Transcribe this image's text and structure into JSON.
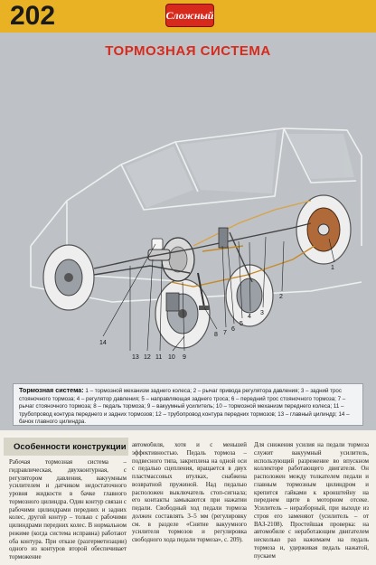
{
  "page": {
    "number": "202",
    "logo_text": "Сложный",
    "title": "ТОРМОЗНАЯ СИСТЕМА"
  },
  "figure": {
    "callouts": [
      "1",
      "2",
      "3",
      "4",
      "5",
      "6",
      "7",
      "8",
      "9",
      "10",
      "11",
      "12",
      "13",
      "14"
    ]
  },
  "caption": {
    "heading": "Тормозная система:",
    "text": " 1 – тормозной механизм заднего колеса; 2 – рычаг привода регулятора давления; 3 – задний трос стояночного тормоза; 4 – регулятор давления; 5 – направляющая заднего троса; 6 – передний трос стояночного тормоза; 7 – рычаг стояночного тормоза; 8 – педаль тормоза; 9 – вакуумный усилитель; 10 – тормозной механизм переднего колеса; 11 – трубопровод контура переднего и задних тормозов; 12 – трубопровод контура передних тормозов; 13 – главный цилиндр; 14 – бачок главного цилиндра."
  },
  "article": {
    "section_heading": "Особенности конструкции",
    "col1": "Рабочая тормозная система – гидравлическая, двухконтурная, с регулятором давления, вакуумным усилителем и датчиком недостаточного уровня жидкости в бачке главного тормозного цилиндра. Один контур связан с рабочими цилиндрами передних и задних колес, другой контур – только с рабочими цилиндрами передних колес. В нормальном режиме (когда система исправна) работают оба контура. При отказе (разгерметизации) одного из контуров второй обеспечивает торможение",
    "col2": "автомобиля, хотя и с меньшей эффективностью. Педаль тормоза – подвесного типа, закреплена на одной оси с педалью сцепления, вращается в двух пластмассовых втулках, снабжена возвратной пружиной. Над педалью расположен выключатель стоп-сигнала; его контакты замыкаются при нажатии педали. Свободный ход педали тормоза должен составлять 3–5 мм (регулировку см. в разделе «Снятие вакуумного усилителя тормозов и регулировка свободного хода педали тормоза», с. 209).",
    "col3": "Для снижения усилия на педали тормоза служит вакуумный усилитель, использующий разрежение во впускном коллекторе работающего двигателя. Он расположен между толкателем педали и главным тормозным цилиндром и крепится гайками к кронштейну на переднем щите в моторном отсеке. Усилитель – неразборный, при выходе из строя его заменяют (усилитель – от ВАЗ-2108). Простейшая проверка: на автомобиле с неработающим двигателем несколько раз нажимаем на педаль тормоза и, удерживая педаль нажатой, пускаем"
  },
  "colors": {
    "header": "#e9b225",
    "title": "#d82a1c",
    "figure_bg": "#bec2c6",
    "text_bg": "#f2f0e8"
  }
}
